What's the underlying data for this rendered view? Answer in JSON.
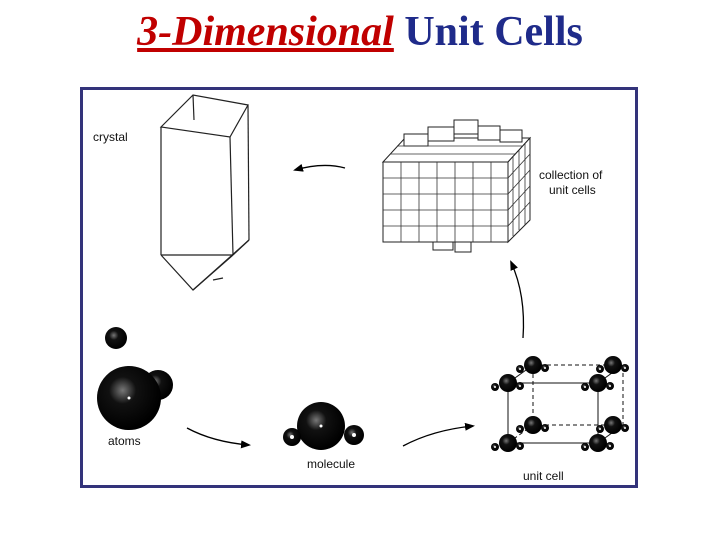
{
  "slide": {
    "title_part1": "3-Dimensional",
    "title_part2": "Unit Cells"
  },
  "figure": {
    "labels": {
      "crystal": "crystal",
      "collection_line1": "collection of",
      "collection_line2": "unit cells",
      "atoms": "atoms",
      "molecule": "molecule",
      "unit_cell": "unit cell"
    }
  },
  "colors": {
    "title_accent": "#c00000",
    "title_main": "#1f2b8a",
    "frame_border": "#33337a"
  }
}
